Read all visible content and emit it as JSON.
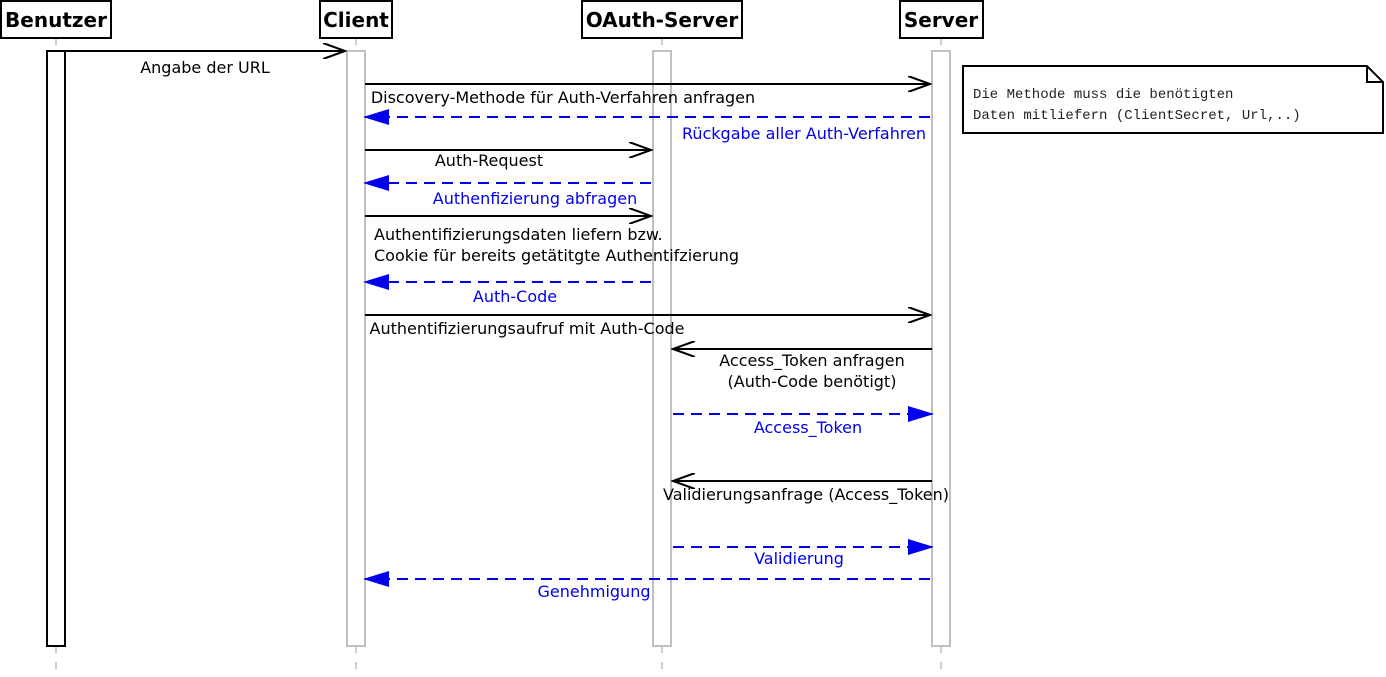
{
  "participants": [
    {
      "name": "Benutzer"
    },
    {
      "name": "Client"
    },
    {
      "name": "OAuth-Server"
    },
    {
      "name": "Server"
    }
  ],
  "messages": [
    {
      "id": "m1",
      "lines": [
        "Angabe der URL"
      ],
      "type": "call"
    },
    {
      "id": "m2",
      "lines": [
        "Discovery-Methode für Auth-Verfahren anfragen"
      ],
      "type": "call"
    },
    {
      "id": "m3",
      "lines": [
        "Rückgabe aller Auth-Verfahren"
      ],
      "type": "return"
    },
    {
      "id": "m4",
      "lines": [
        "Auth-Request"
      ],
      "type": "call"
    },
    {
      "id": "m5",
      "lines": [
        "Authenfizierung abfragen"
      ],
      "type": "return"
    },
    {
      "id": "m6",
      "lines": [
        "Authentifizierungsdaten liefern bzw.",
        "Cookie für bereits getätitgte Authentifzierung"
      ],
      "type": "call"
    },
    {
      "id": "m7",
      "lines": [
        "Auth-Code"
      ],
      "type": "return"
    },
    {
      "id": "m8",
      "lines": [
        "Authentifizierungsaufruf mit Auth-Code"
      ],
      "type": "call"
    },
    {
      "id": "m9",
      "lines": [
        "Access_Token anfragen",
        "(Auth-Code benötigt)"
      ],
      "type": "call"
    },
    {
      "id": "m10",
      "lines": [
        "Access_Token"
      ],
      "type": "return"
    },
    {
      "id": "m11",
      "lines": [
        "Validierungsanfrage (Access_Token)"
      ],
      "type": "call"
    },
    {
      "id": "m12",
      "lines": [
        "Validierung"
      ],
      "type": "return"
    },
    {
      "id": "m13",
      "lines": [
        "Genehmigung"
      ],
      "type": "return"
    }
  ],
  "note": {
    "lines": [
      "Die Methode muss die benötigten",
      "Daten mitliefern (ClientSecret, Url,..)"
    ]
  },
  "colors": {
    "call": "#000000",
    "return": "#0000ee",
    "activation_inactive": "#c0c0c0"
  }
}
